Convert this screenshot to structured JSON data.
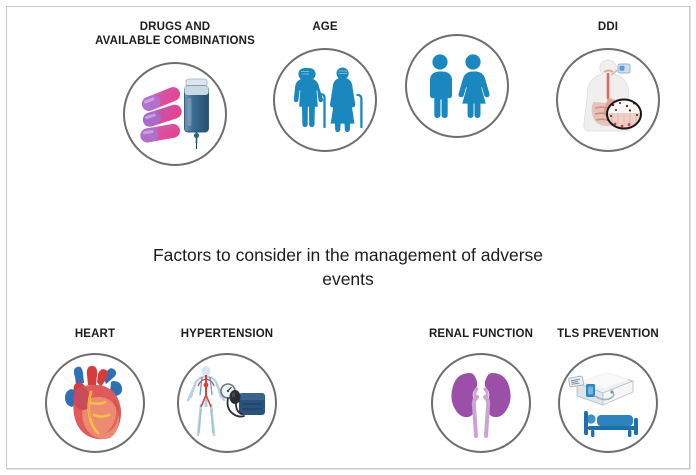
{
  "figure": {
    "center_caption": "Factors to consider in the management of adverse events",
    "frame_border_color": "#c9c9cb",
    "circle_stroke_color": "#6e6e70",
    "label_color": "#1c1c1c",
    "background_color": "#ffffff"
  },
  "palette": {
    "icon_blue": "#1b87bf",
    "icon_blue_dark": "#13689a",
    "capsule_pink": "#e0479e",
    "capsule_purple": "#9b64c8",
    "iv_blue": "#3f6f96",
    "heart_red": "#d63c3c",
    "heart_blue": "#2f6fb5",
    "heart_salmon": "#ef8a72",
    "kidney_purple": "#9b4fa8",
    "kidney_light": "#c9a6cf",
    "cuff_navy": "#29527d",
    "skin_tone": "#e7cfc6"
  },
  "nodes": [
    {
      "id": "drugs",
      "label": "DRUGS AND\nAVAILABLE COMBINATIONS",
      "icon": "pills-and-iv-bag-icon",
      "row": "top"
    },
    {
      "id": "age-elderly",
      "label": "AGE",
      "icon": "elderly-couple-icon",
      "row": "top"
    },
    {
      "id": "age-adult",
      "label": "",
      "icon": "adult-couple-icon",
      "row": "top"
    },
    {
      "id": "ddi",
      "label": "DDI",
      "icon": "digestive-tract-absorption-icon",
      "row": "top"
    },
    {
      "id": "heart",
      "label": "HEART",
      "icon": "anatomical-heart-icon",
      "row": "bottom"
    },
    {
      "id": "hypertension",
      "label": "HYPERTENSION",
      "icon": "blood-pressure-monitor-icon",
      "row": "bottom"
    },
    {
      "id": "renal",
      "label": "RENAL FUNCTION",
      "icon": "kidneys-icon",
      "row": "bottom"
    },
    {
      "id": "tls",
      "label": "TLS PREVENTION",
      "icon": "dialysis-and-hospital-bed-icon",
      "row": "bottom"
    }
  ]
}
